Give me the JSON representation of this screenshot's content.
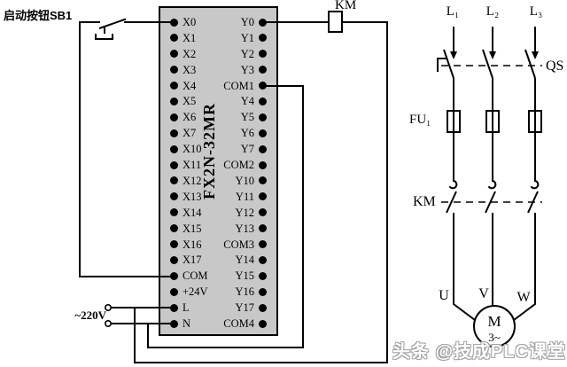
{
  "labels": {
    "start_button": "启动按钮SB1",
    "power_220v": "~220V",
    "coil_km": "KM",
    "qs": "QS",
    "fu1": "FU₁",
    "km_contacts": "KM",
    "phase": [
      "L₁",
      "L₂",
      "L₃"
    ],
    "motor_terminals": [
      "U",
      "V",
      "W"
    ],
    "motor": "M",
    "motor_phase": "3~",
    "watermark": "头条 @技成PLC课堂"
  },
  "plc": {
    "model": "FX2N-32MR",
    "fill_color": "#c8c8c8",
    "left_terminals": [
      "X0",
      "X1",
      "X2",
      "X3",
      "X4",
      "X5",
      "X6",
      "X7",
      "X10",
      "X11",
      "X12",
      "X13",
      "X14",
      "X15",
      "X16",
      "X17",
      "COM",
      "+24V",
      "L",
      "N"
    ],
    "right_terminals": [
      "Y0",
      "Y1",
      "Y2",
      "Y3",
      "COM1",
      "Y4",
      "Y5",
      "Y6",
      "Y7",
      "COM2",
      "Y10",
      "Y11",
      "Y12",
      "Y13",
      "COM3",
      "Y14",
      "Y15",
      "Y16",
      "Y17",
      "COM4"
    ]
  },
  "colors": {
    "line": "#000000",
    "plc_fill": "#c8c8c8",
    "background": "#ffffff",
    "watermark": "#9c9c9c"
  }
}
